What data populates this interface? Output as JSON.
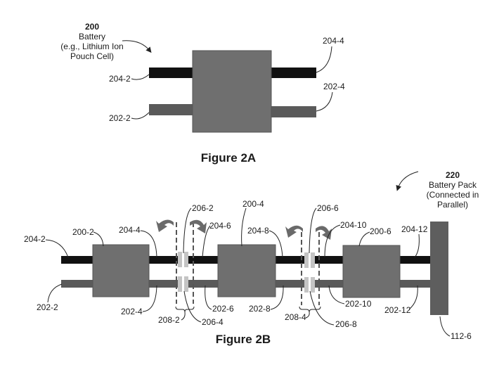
{
  "colors": {
    "cell": "#6f6f6f",
    "cell_stroke": "#555555",
    "neg_tab": "#111111",
    "pos_tab": "#5a5a5a",
    "connector": "#c4c4c4",
    "bus": "#5e5e5e",
    "arrow": "#6a6a6a"
  },
  "fig2a": {
    "caption": "Figure 2A",
    "battery_ref": "200",
    "battery_desc": [
      "Battery",
      "(e.g., Lithium Ion",
      "Pouch Cell)"
    ],
    "labels": {
      "neg_left": "204-2",
      "pos_left": "202-2",
      "neg_right": "204-4",
      "pos_right": "202-4"
    }
  },
  "fig2b": {
    "caption": "Figure 2B",
    "pack_ref": "220",
    "pack_desc": [
      "Battery Pack",
      "(Connected in",
      "Parallel)"
    ],
    "cells": [
      "200-2",
      "200-4",
      "200-6"
    ],
    "neg_tabs": [
      "204-2",
      "204-4",
      "204-6",
      "204-8",
      "204-10",
      "204-12"
    ],
    "pos_tabs": [
      "202-2",
      "202-4",
      "202-6",
      "202-8",
      "202-10",
      "202-12"
    ],
    "connectors": [
      "206-2",
      "206-4",
      "206-6",
      "206-8"
    ],
    "joints": [
      "208-2",
      "208-4"
    ],
    "bus_bar": "112-6"
  }
}
